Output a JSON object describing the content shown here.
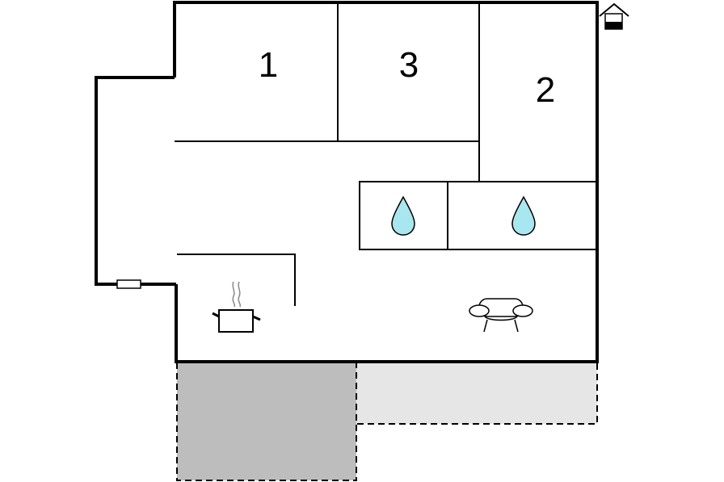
{
  "rooms": [
    {
      "number": "1"
    },
    {
      "number": "3"
    },
    {
      "number": "2"
    }
  ],
  "icons": {
    "bathroom_1": "water-drop-icon",
    "bathroom_2": "water-drop-icon",
    "kitchen": "cooking-pot-icon",
    "living": "sofa-icon",
    "legend": "house-icon",
    "entrance": "door-icon"
  },
  "colors": {
    "wall": "#000000",
    "water_drop": "#a8e6f0",
    "covered_terrace": "#bdbdbd",
    "open_terrace": "#e6e6e6"
  }
}
